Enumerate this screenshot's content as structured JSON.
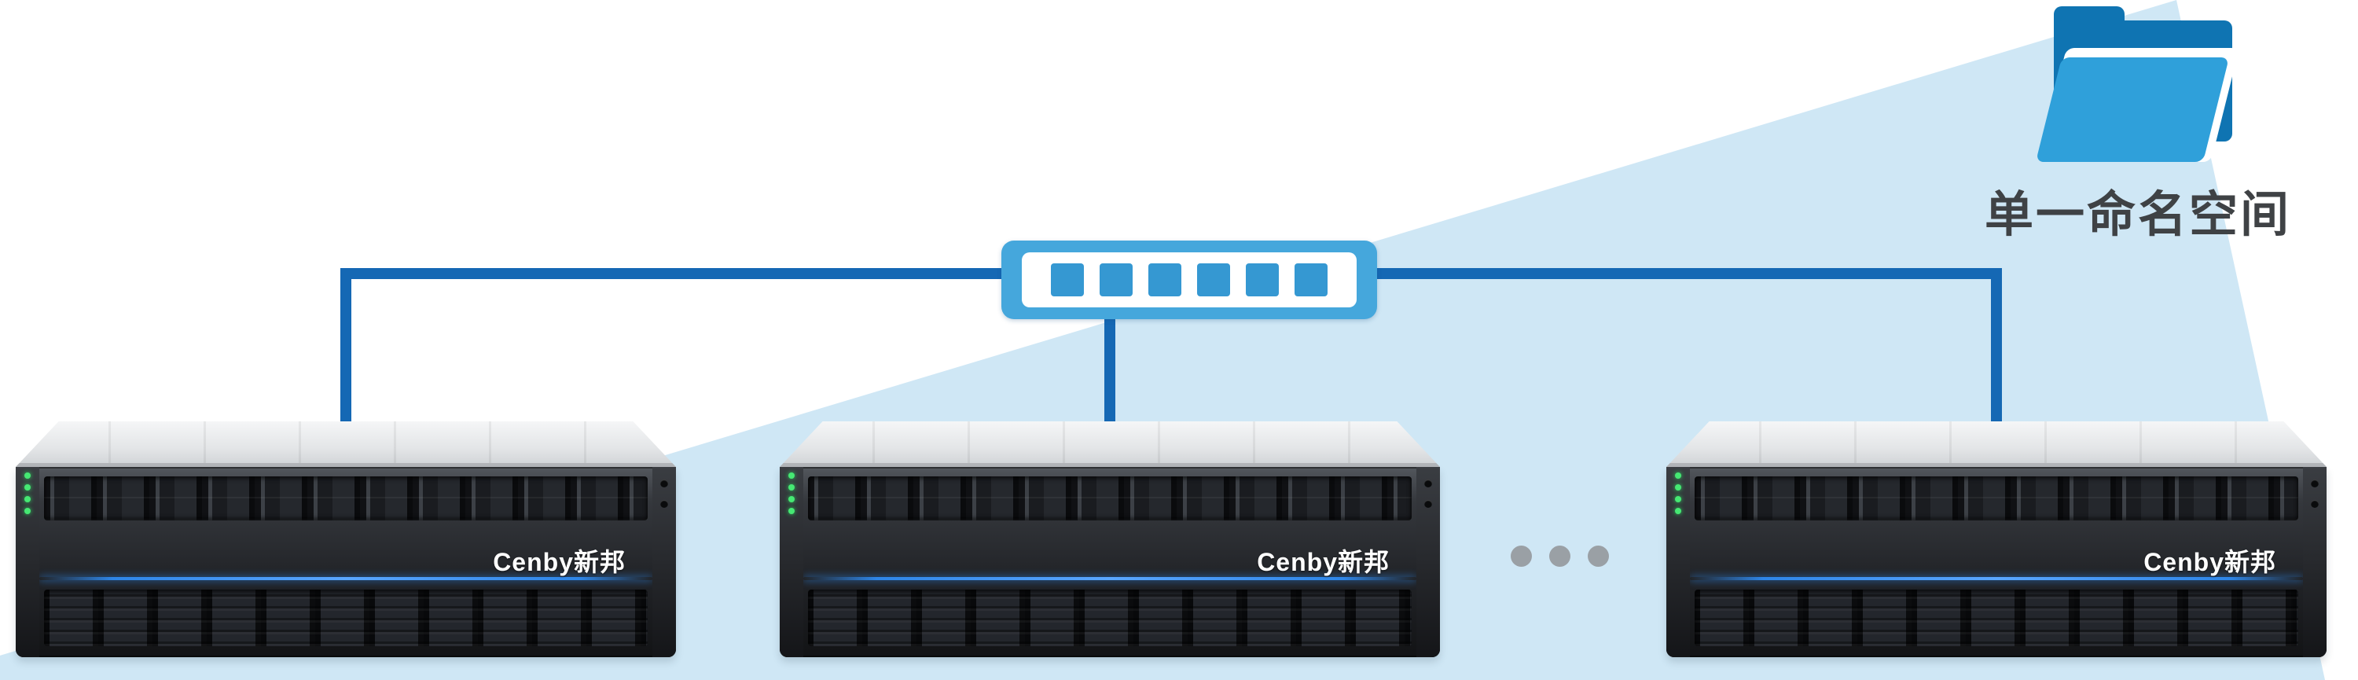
{
  "namespace": {
    "label": "单一命名空间",
    "icon": "folder-icon"
  },
  "network": {
    "icon": "network-switch-icon",
    "switch_ports": 6
  },
  "storage": {
    "more_indicator": "•••",
    "arrays": [
      {
        "brand": "Cenby新邦"
      },
      {
        "brand": "Cenby新邦"
      },
      {
        "brand": "Cenby新邦"
      }
    ]
  },
  "colors": {
    "wedge": "#cfe7f5",
    "line": "#1568b4",
    "switch_body": "#45a7dc",
    "switch_port": "#3598d2",
    "folder_front": "#2fa0da",
    "folder_back": "#0f74b2",
    "accent": "#2e86e8",
    "dot": "#9aa0a5"
  }
}
